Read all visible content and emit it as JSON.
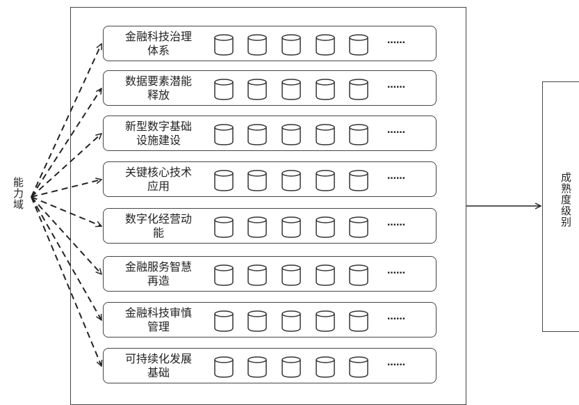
{
  "domain_label": "能力域",
  "level_label": "成熟度级别",
  "rows": [
    {
      "label": "金融科技治理体系",
      "ellipsis": "……"
    },
    {
      "label": "数据要素潜能释放",
      "ellipsis": "……"
    },
    {
      "label": "新型数字基础设施建设",
      "ellipsis": "……"
    },
    {
      "label": "关键核心技术应用",
      "ellipsis": "……"
    },
    {
      "label": "数字化经营动能",
      "ellipsis": "……"
    },
    {
      "label": "金融服务智慧再造",
      "ellipsis": "……"
    },
    {
      "label": "金融科技审慎管理",
      "ellipsis": "……"
    },
    {
      "label": "可持续化发展基础",
      "ellipsis": "……"
    }
  ]
}
